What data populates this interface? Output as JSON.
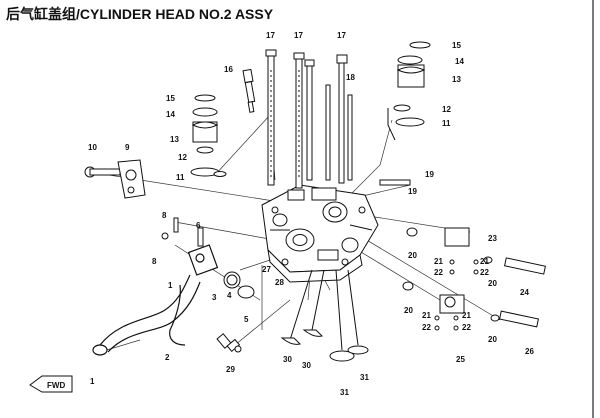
{
  "diagram": {
    "title": "后气缸盖组/CYLINDER HEAD NO.2 ASSY",
    "direction_label": "FWD"
  },
  "callouts": [
    {
      "id": "c1",
      "text": "1"
    },
    {
      "id": "c1b",
      "text": "1"
    },
    {
      "id": "c2",
      "text": "2"
    },
    {
      "id": "c3",
      "text": "3"
    },
    {
      "id": "c4",
      "text": "4"
    },
    {
      "id": "c5",
      "text": "5"
    },
    {
      "id": "c6",
      "text": "6"
    },
    {
      "id": "c8a",
      "text": "8"
    },
    {
      "id": "c8b",
      "text": "8"
    },
    {
      "id": "c9",
      "text": "9"
    },
    {
      "id": "c10",
      "text": "10"
    },
    {
      "id": "c11a",
      "text": "11"
    },
    {
      "id": "c11b",
      "text": "11"
    },
    {
      "id": "c12a",
      "text": "12"
    },
    {
      "id": "c12b",
      "text": "12"
    },
    {
      "id": "c13a",
      "text": "13"
    },
    {
      "id": "c13b",
      "text": "13"
    },
    {
      "id": "c14a",
      "text": "14"
    },
    {
      "id": "c14b",
      "text": "14"
    },
    {
      "id": "c15a",
      "text": "15"
    },
    {
      "id": "c15b",
      "text": "15"
    },
    {
      "id": "c16",
      "text": "16"
    },
    {
      "id": "c17a",
      "text": "17"
    },
    {
      "id": "c17b",
      "text": "17"
    },
    {
      "id": "c17c",
      "text": "17"
    },
    {
      "id": "c18",
      "text": "18"
    },
    {
      "id": "c19a",
      "text": "19"
    },
    {
      "id": "c19b",
      "text": "19"
    },
    {
      "id": "c20a",
      "text": "20"
    },
    {
      "id": "c20b",
      "text": "20"
    },
    {
      "id": "c20c",
      "text": "20"
    },
    {
      "id": "c20d",
      "text": "20"
    },
    {
      "id": "c21a",
      "text": "21"
    },
    {
      "id": "c21b",
      "text": "21"
    },
    {
      "id": "c21c",
      "text": "21"
    },
    {
      "id": "c21d",
      "text": "21"
    },
    {
      "id": "c22a",
      "text": "22"
    },
    {
      "id": "c22b",
      "text": "22"
    },
    {
      "id": "c22c",
      "text": "22"
    },
    {
      "id": "c22d",
      "text": "22"
    },
    {
      "id": "c23",
      "text": "23"
    },
    {
      "id": "c24",
      "text": "24"
    },
    {
      "id": "c25",
      "text": "25"
    },
    {
      "id": "c26",
      "text": "26"
    },
    {
      "id": "c27",
      "text": "27"
    },
    {
      "id": "c28",
      "text": "28"
    },
    {
      "id": "c29",
      "text": "29"
    },
    {
      "id": "c30a",
      "text": "30"
    },
    {
      "id": "c30b",
      "text": "30"
    },
    {
      "id": "c31a",
      "text": "31"
    },
    {
      "id": "c31b",
      "text": "31"
    }
  ]
}
